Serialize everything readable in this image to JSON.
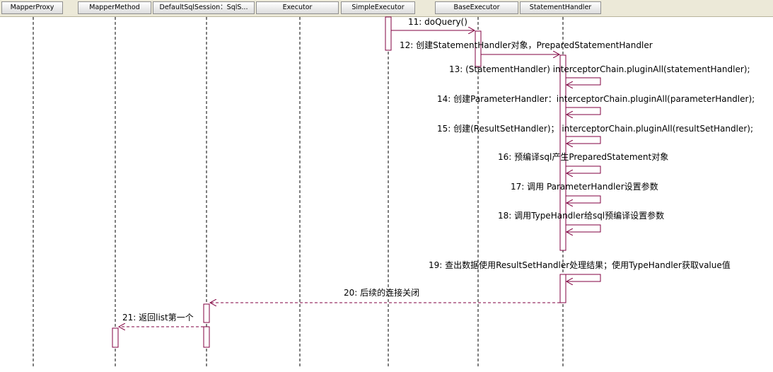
{
  "lifelines": [
    "MapperProxy",
    "MapperMethod",
    "DefaultSqlSession：SqlS...",
    "Executor",
    "SimpleExecutor",
    "BaseExecutor",
    "StatementHandler"
  ],
  "messages": [
    {
      "label": "11: doQuery()"
    },
    {
      "label": "12: 创建StatementHandler对象，PreparedStatementHandler"
    },
    {
      "label": "13: (StatementHandler) interceptorChain.pluginAll(statementHandler);"
    },
    {
      "label": "14: 创建ParameterHandler：interceptorChain.pluginAll(parameterHandler);"
    },
    {
      "label": "15: 创建(ResultSetHandler)； interceptorChain.pluginAll(resultSetHandler);"
    },
    {
      "label": "16: 预编译sql产生PreparedStatement对象"
    },
    {
      "label": "17: 调用 ParameterHandler设置参数"
    },
    {
      "label": "18: 调用TypeHandler给sql预编译设置参数"
    },
    {
      "label": "19: 查出数据使用ResultSetHandler处理结果；使用TypeHandler获取value值"
    },
    {
      "label": "20: 后续的连接关闭"
    },
    {
      "label": "21: 返回list第一个"
    }
  ],
  "colors": {
    "message_line": "#800040",
    "lifeline": "#000000",
    "header_bar": "#ece9d8"
  }
}
